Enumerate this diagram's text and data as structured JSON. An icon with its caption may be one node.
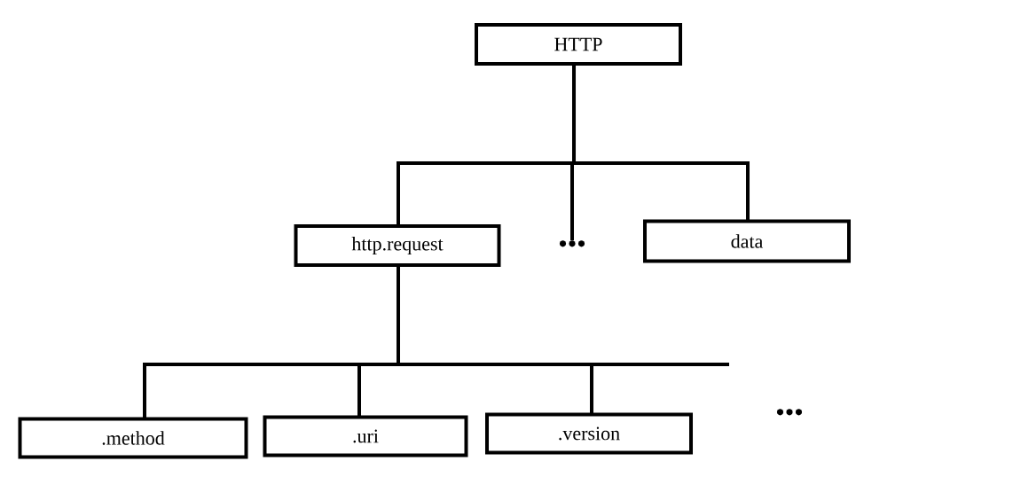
{
  "diagram": {
    "nodes": [
      {
        "text": [
          "HTTP"
        ]
      },
      {
        "text": [
          "http.request"
        ]
      },
      {
        "text": [
          "•••"
        ]
      },
      {
        "text": [
          "data"
        ]
      },
      {
        "text": [
          ".method"
        ]
      },
      {
        "text": [
          ".uri"
        ]
      },
      {
        "text": [
          ".version"
        ]
      }
    ],
    "edges": [
      {
        "from": 0,
        "to": 1,
        "arrow": "none"
      },
      {
        "from": 0,
        "to": 2,
        "arrow": "none"
      },
      {
        "from": 0,
        "to": 3,
        "arrow": "none"
      },
      {
        "from": 1,
        "to": 4,
        "arrow": "none"
      },
      {
        "from": 1,
        "to": 5,
        "arrow": "none"
      },
      {
        "from": 1,
        "to": 6,
        "arrow": "none"
      },
      {
        "from": 1,
        "to": null,
        "arrow": "none"
      }
    ],
    "labels": [
      "•••"
    ]
  }
}
